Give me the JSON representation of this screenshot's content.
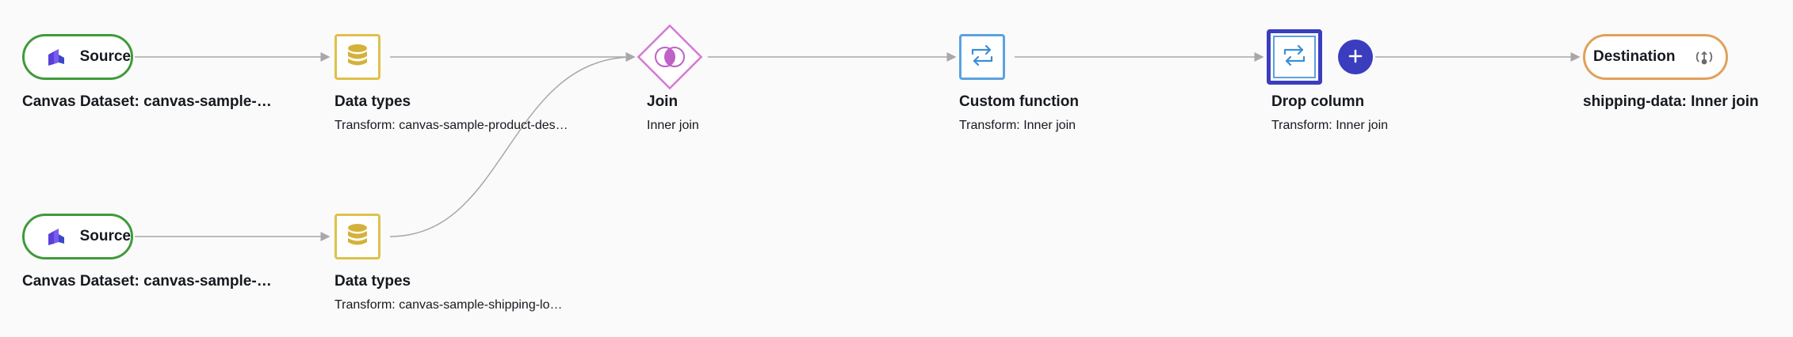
{
  "colors": {
    "source_border": "#3f9b3a",
    "destination_border": "#e0a159",
    "transform_yellow": "#e0c04a",
    "transform_blue": "#5aa2e0",
    "join_pink": "#d678d6",
    "selected_border": "#3b3dbf",
    "edge": "#a8a8a8",
    "background": "#fafafa"
  },
  "nodes": {
    "source_1": {
      "label": "Source",
      "title": "Canvas Dataset: canvas-sample-…",
      "icon": "dataset-icon"
    },
    "source_2": {
      "label": "Source",
      "title": "Canvas Dataset: canvas-sample-…",
      "icon": "dataset-icon"
    },
    "datatypes_1": {
      "title": "Data types",
      "subtitle": "Transform: canvas-sample-product-des…",
      "icon": "database-icon"
    },
    "datatypes_2": {
      "title": "Data types",
      "subtitle": "Transform: canvas-sample-shipping-lo…",
      "icon": "database-icon"
    },
    "join": {
      "title": "Join",
      "subtitle": "Inner join",
      "icon": "join-icon"
    },
    "custom_function": {
      "title": "Custom function",
      "subtitle": "Transform: Inner join",
      "icon": "transform-icon"
    },
    "drop_column": {
      "title": "Drop column",
      "subtitle": "Transform: Inner join",
      "icon": "transform-icon",
      "selected": true
    },
    "destination": {
      "label": "Destination",
      "title": "shipping-data: Inner join",
      "icon": "destination-icon"
    }
  },
  "add_step": {
    "label": "+"
  }
}
